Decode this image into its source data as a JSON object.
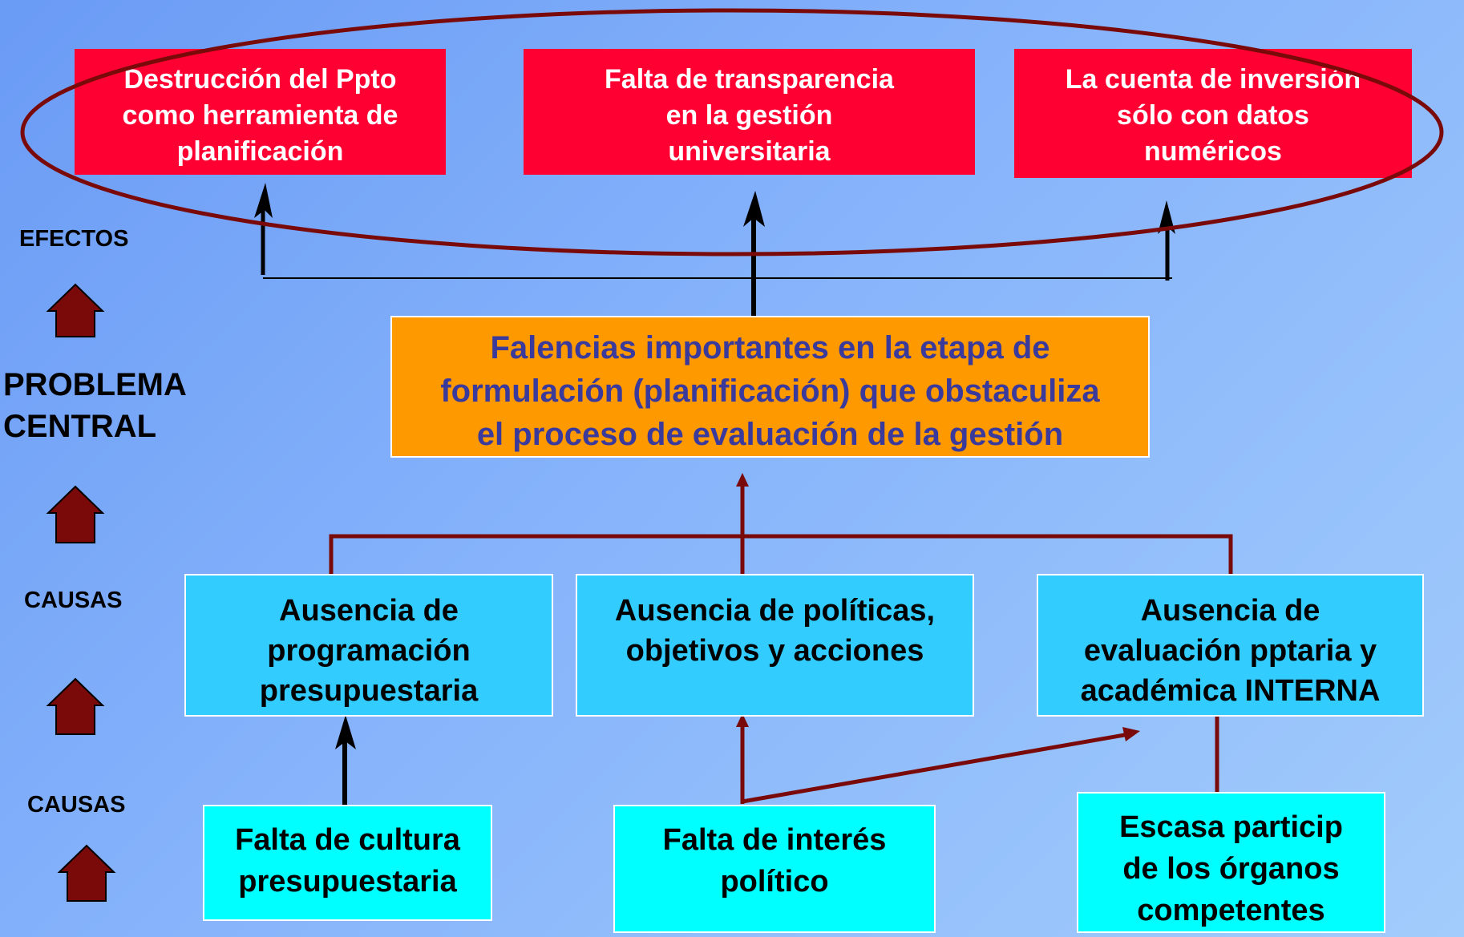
{
  "labels": {
    "efectos": "EFECTOS",
    "problema_central": "PROBLEMA\nCENTRAL",
    "causas_1": "CAUSAS",
    "causas_2": "CAUSAS"
  },
  "effects": [
    "Destrucción del Ppto\ncomo herramienta de\nplanificación",
    "Falta de transparencia\nen la gestión\nuniversitaria",
    "La cuenta de inversión\nsólo con datos\nnuméricos"
  ],
  "central_problem": "Falencias importantes en la etapa de\nformulación (planificación) que obstaculiza\nel proceso de evaluación de la gestión",
  "direct_causes": [
    "Ausencia de\nprogramación\npresupuestaria",
    "Ausencia de políticas,\nobjetivos y acciones",
    "Ausencia de\nevaluación pptaria y\nacadémica INTERNA"
  ],
  "root_causes": [
    "Falta de cultura\npresupuestaria",
    "Falta de interés\npolítico",
    "Escasa particip\nde los órganos\ncompetentes"
  ],
  "colors": {
    "effect_box": "#ff0033",
    "central_box": "#ff9900",
    "central_text": "#3a3a9c",
    "direct_cause_box": "#33ccff",
    "root_cause_box": "#00ffff",
    "connector_dark_red": "#7a0a0a",
    "side_arrow": "#7a0a0a"
  },
  "icons": [
    "up-arrow-icon"
  ]
}
